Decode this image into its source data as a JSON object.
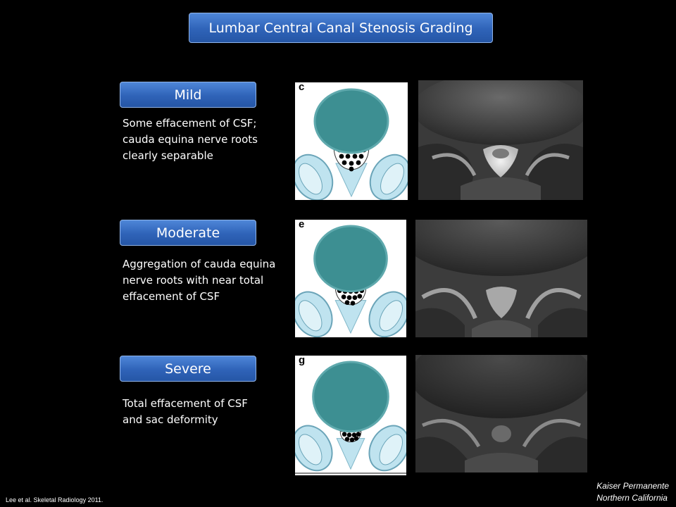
{
  "title": "Lumbar Central Canal Stenosis Grading",
  "grades": [
    {
      "label": "Mild",
      "description": "Some effacement of CSF;\ncauda equina nerve roots\nclearly separable",
      "panel_letter": "c"
    },
    {
      "label": "Moderate",
      "description": "Aggregation of cauda equina\nnerve roots with near total\neffacement of CSF",
      "panel_letter": "e"
    },
    {
      "label": "Severe",
      "description": "Total effacement of CSF\nand sac deformity",
      "panel_letter": "g"
    }
  ],
  "citation": "Lee et al. Skeletal Radiology 2011.",
  "organization": {
    "line1": "Kaiser Permanente",
    "line2": "Northern California"
  },
  "colors": {
    "button_blue": "#2f63b8",
    "vertebra_teal": "#3d8f92",
    "facet_lightblue": "#bfe3ef",
    "nerve_root_black": "#000000"
  }
}
